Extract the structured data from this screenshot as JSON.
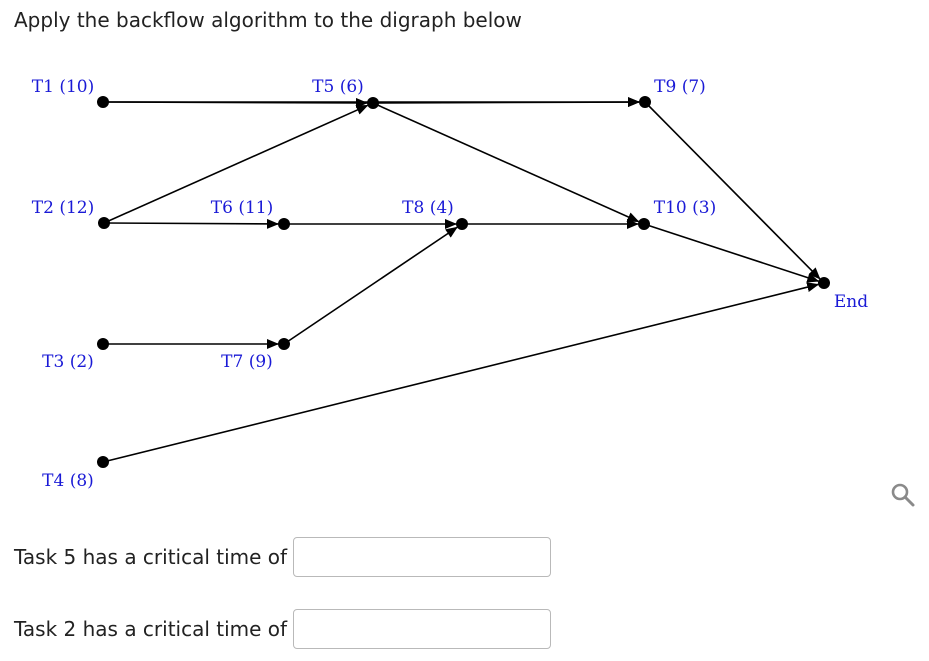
{
  "question": {
    "title": "Apply the backflow algorithm to the digraph below"
  },
  "digraph": {
    "tasks": [
      {
        "id": "T1",
        "label": "T1 (10)"
      },
      {
        "id": "T2",
        "label": "T2 (12)"
      },
      {
        "id": "T3",
        "label": "T3 (2)"
      },
      {
        "id": "T4",
        "label": "T4 (8)"
      },
      {
        "id": "T5",
        "label": "T5 (6)"
      },
      {
        "id": "T6",
        "label": "T6 (11)"
      },
      {
        "id": "T7",
        "label": "T7 (9)"
      },
      {
        "id": "T8",
        "label": "T8 (4)"
      },
      {
        "id": "T9",
        "label": "T9 (7)"
      },
      {
        "id": "T10",
        "label": "T10 (3)"
      },
      {
        "id": "End",
        "label": "End"
      }
    ],
    "edges": [
      {
        "from": "T1",
        "to": "T5"
      },
      {
        "from": "T1",
        "to": "T9"
      },
      {
        "from": "T2",
        "to": "T5"
      },
      {
        "from": "T2",
        "to": "T6"
      },
      {
        "from": "T6",
        "to": "T8"
      },
      {
        "from": "T3",
        "to": "T7"
      },
      {
        "from": "T7",
        "to": "T8"
      },
      {
        "from": "T5",
        "to": "T9"
      },
      {
        "from": "T5",
        "to": "T10"
      },
      {
        "from": "T8",
        "to": "T10"
      },
      {
        "from": "T9",
        "to": "End"
      },
      {
        "from": "T10",
        "to": "End"
      },
      {
        "from": "T4",
        "to": "End"
      }
    ]
  },
  "answers": [
    {
      "prompt": "Task 5 has a critical time of",
      "value": ""
    },
    {
      "prompt": "Task 2 has a critical time of",
      "value": ""
    }
  ],
  "icons": {
    "zoom": "magnifier-icon"
  },
  "colors": {
    "node_label": "#1a1ad6",
    "edge": "#000000"
  }
}
